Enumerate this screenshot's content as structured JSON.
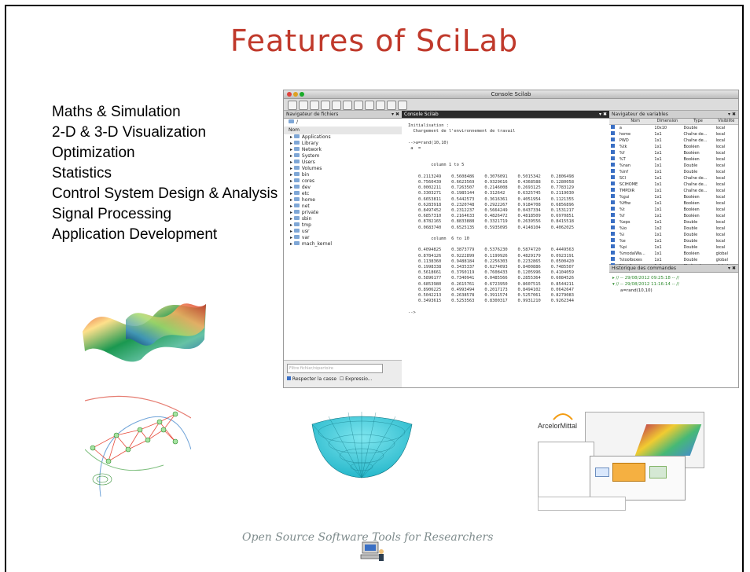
{
  "slide": {
    "title": "Features of SciLab",
    "features": [
      "Maths & Simulation",
      "2-D & 3-D Visualization",
      "Optimization",
      "Statistics",
      "Control System Design & Analysis",
      "Signal Processing",
      "Application Development"
    ],
    "footer": "Open Source Software Tools for Researchers"
  },
  "console_window": {
    "title": "Console Scilab",
    "file_browser": {
      "header": "Navigateur de fichiers",
      "path": "/",
      "column": "Nom",
      "items": [
        "/",
        "Applications",
        "Library",
        "Network",
        "System",
        "Users",
        "Volumes",
        "bin",
        "cores",
        "dev",
        "etc",
        "home",
        "net",
        "private",
        "sbin",
        "tmp",
        "usr",
        "var",
        "mach_kernel"
      ],
      "filter_placeholder": "Filtre fichier/répertoire",
      "match_case_label": "Respecter la casse",
      "regex_label": "Expressio..."
    },
    "console": {
      "header": "Console Scilab",
      "lines": [
        "Initialisation :",
        "  Chargement de l'environnement de travail",
        "",
        "-->a=rand(10,10)",
        " a  =",
        "",
        "",
        "         column 1 to 5",
        "",
        "    0.2113249    0.5608486    0.3076091    0.5015342    0.2806498",
        "    0.7560439    0.6623569    0.9329616    0.4368588    0.1280058",
        "    0.0002211    0.7263507    0.2146008    0.2693125    0.7783129",
        "    0.3303271    0.1985144    0.312642     0.6325745    0.2119030",
        "    0.6653811    0.5442573    0.3616361    0.4051954    0.1121355",
        "    0.6283918    0.2320748    0.2922267    0.9184708    0.6856896",
        "    0.8497452    0.2312237    0.5664249    0.0437334    0.1531217",
        "    0.6857310    0.2164633    0.4826472    0.4818509    0.6970851",
        "    0.8782165    0.8833888    0.3321719    0.2639556    0.8415518",
        "    0.0683740    0.6525135    0.5935095    0.4148104    0.4062025",
        "",
        "         column  6 to 10",
        "",
        "    0.4094825    0.3873779    0.5376230    0.5874720    0.4449563",
        "    0.8784126    0.9222899    0.1199926    0.4829179    0.0923191",
        "    0.1138360    0.9488184    0.2256303    0.2232865    0.0500420",
        "    0.1998338    0.3435337    0.6274093    0.8400886    0.7485507",
        "    0.5618661    0.3760119    0.7608433    0.1205996    0.4104059",
        "    0.5896177    0.7340941    0.0485566    0.2855364    0.6084526",
        "    0.6853980    0.2615761    0.6723950    0.8607515    0.8544211",
        "    0.8906225    0.4993494    0.2017173    0.8494102    0.0642647",
        "    0.5042213    0.2638578    0.3911574    0.5257061    0.8279083",
        "    0.3493615    0.5253563    0.8300317    0.9931210    0.9262344",
        "",
        "-->"
      ]
    },
    "variables": {
      "header": "Navigateur de variables",
      "columns": [
        "Nom",
        "Dimension",
        "Type",
        "Visibilité"
      ],
      "rows": [
        [
          "a",
          "10x10",
          "Double",
          "local"
        ],
        [
          "home",
          "1x1",
          "Chaîne de...",
          "local"
        ],
        [
          "PWD",
          "1x1",
          "Chaîne de...",
          "local"
        ],
        [
          "%tk",
          "1x1",
          "Booléen",
          "local"
        ],
        [
          "%f",
          "1x1",
          "Booléen",
          "local"
        ],
        [
          "%T",
          "1x1",
          "Booléen",
          "local"
        ],
        [
          "%nan",
          "1x1",
          "Double",
          "local"
        ],
        [
          "%inf",
          "1x1",
          "Double",
          "local"
        ],
        [
          "SCI",
          "1x1",
          "Chaîne de...",
          "local"
        ],
        [
          "SCIHOME",
          "1x1",
          "Chaîne de...",
          "local"
        ],
        [
          "TMPDIR",
          "1x1",
          "Chaîne de...",
          "local"
        ],
        [
          "%gui",
          "1x1",
          "Booléen",
          "local"
        ],
        [
          "%fftw",
          "1x1",
          "Booléen",
          "local"
        ],
        [
          "%t",
          "1x1",
          "Booléen",
          "local"
        ],
        [
          "%f",
          "1x1",
          "Booléen",
          "local"
        ],
        [
          "%eps",
          "1x1",
          "Double",
          "local"
        ],
        [
          "%io",
          "1x2",
          "Double",
          "local"
        ],
        [
          "%i",
          "1x1",
          "Double",
          "local"
        ],
        [
          "%e",
          "1x1",
          "Double",
          "local"
        ],
        [
          "%pi",
          "1x1",
          "Double",
          "local"
        ],
        [
          "%modalWa...",
          "1x1",
          "Booléen",
          "global"
        ],
        [
          "%toolboxes",
          "1x1",
          "Double",
          "global"
        ],
        [
          "%toolboxe...",
          "1x1",
          "Chaîne de...",
          "global"
        ]
      ]
    },
    "history": {
      "header": "Historique des commandes",
      "entries": [
        "// -- 29/08/2012 09:25:18 -- //",
        "// -- 29/08/2012 11:16:14 -- //",
        "a=rand(10,10)"
      ]
    }
  },
  "logo_text": "ArcelorMittal",
  "colors": {
    "title": "#c0392b",
    "footer": "#7f8c8d",
    "history_green": "#2e8b2e"
  }
}
